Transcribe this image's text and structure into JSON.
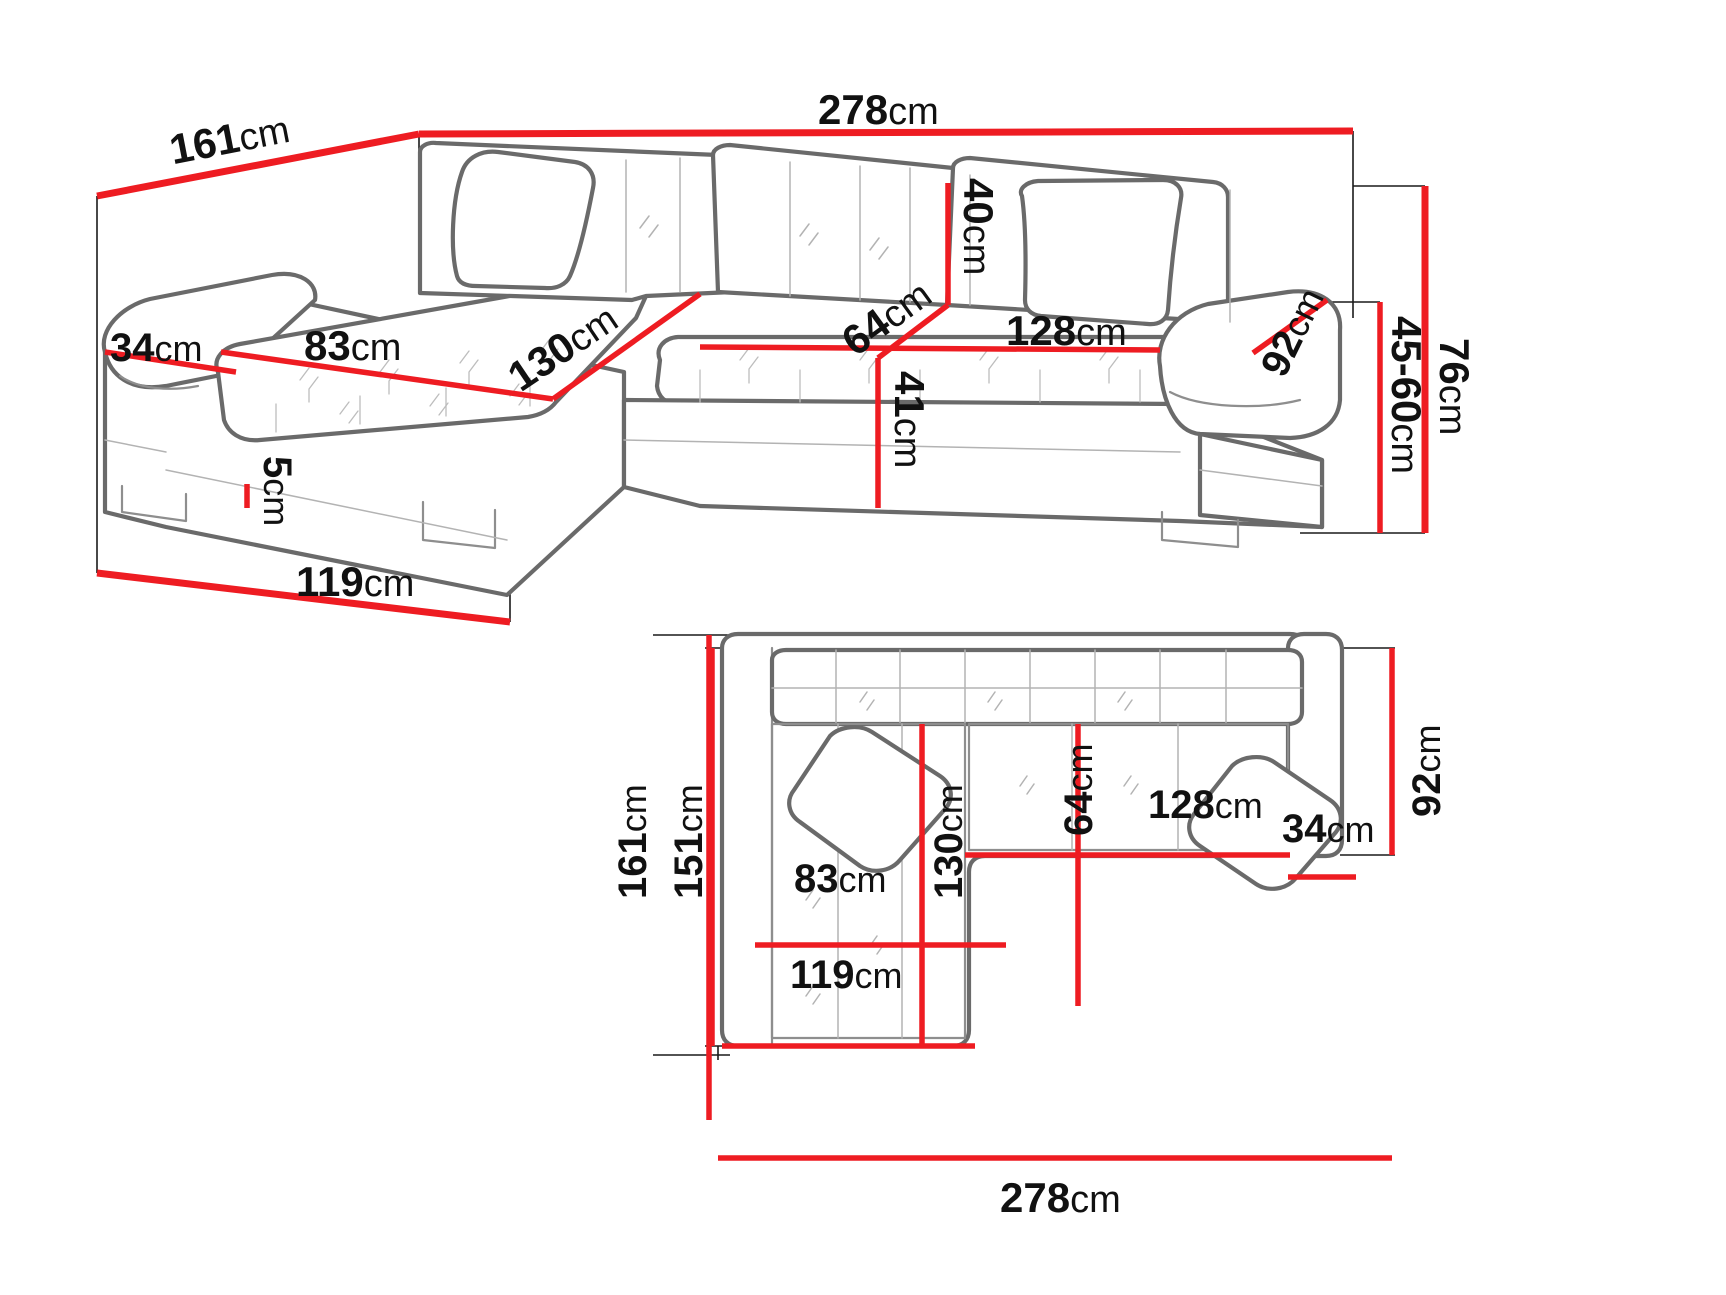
{
  "figure": {
    "title": "Corner sofa bed dimensional drawing",
    "unit": "cm",
    "accent_color": "#EE1C22",
    "outline_color": "#6A6A6A",
    "line_color": "#1A1A1A",
    "background": "#FFFFFF"
  },
  "perspective_view": {
    "name": "perspective-view",
    "dimensions": {
      "depth_overall": "161",
      "width_overall": "278",
      "arm_width_left": "34",
      "chaise_seat_len": "83",
      "chaise_depth": "130",
      "backrest_height": "40",
      "seat_depth_corner": "64",
      "seat_width_right": "128",
      "arm_depth_right": "92",
      "seat_height": "41",
      "leg_height": "5",
      "chaise_base_width": "119",
      "seat_height_range": "45-60",
      "total_height": "76"
    },
    "unit_suffix": "cm"
  },
  "plan_view": {
    "name": "plan-view",
    "dimensions": {
      "depth_overall": "161",
      "depth_inner": "151",
      "chaise_depth": "130",
      "chaise_seat_len": "83",
      "chaise_base_width": "119",
      "seat_depth_corner": "64",
      "seat_width_right": "128",
      "arm_width_right": "34",
      "arm_depth_right": "92",
      "width_overall": "278"
    },
    "unit_suffix": "cm"
  },
  "labels": {
    "p_161": "161",
    "p_278": "278",
    "p_34": "34",
    "p_83": "83",
    "p_130": "130",
    "p_40": "40",
    "p_64": "64",
    "p_128": "128",
    "p_92": "92",
    "p_41": "41",
    "p_5": "5",
    "p_119": "119",
    "p_4560": "45-60",
    "p_76": "76",
    "v_161": "161",
    "v_151": "151",
    "v_130": "130",
    "v_83": "83",
    "v_119": "119",
    "v_64": "64",
    "v_128": "128",
    "v_34": "34",
    "v_92": "92",
    "v_278": "278",
    "cm": "cm"
  }
}
